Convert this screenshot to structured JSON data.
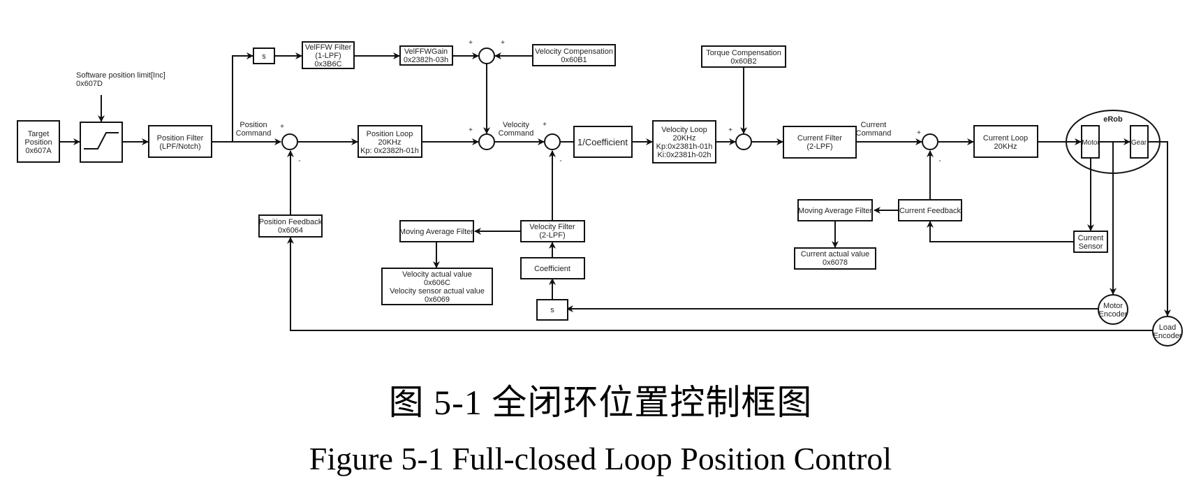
{
  "blocks": {
    "target_position": [
      "Target",
      "Position",
      "0x607A"
    ],
    "software_limit_label": [
      "Software position limit[Inc]",
      "0x607D"
    ],
    "position_filter": [
      "Position Filter",
      "(LPF/Notch)"
    ],
    "position_command": [
      "Position",
      "Command"
    ],
    "s_ff": "s",
    "velffw_filter": [
      "VelFFW Filter",
      "(1-LPF)",
      "0x3B6C"
    ],
    "velffw_gain": [
      "VelFFWGain",
      "0x2382h-03h"
    ],
    "velocity_compensation": [
      "Velocity Compensation",
      "0x60B1"
    ],
    "position_loop": [
      "Position Loop",
      "20KHz",
      "Kp:  0x2382h-01h"
    ],
    "velocity_command": [
      "Velocity",
      "Command"
    ],
    "inv_coefficient": "1/Coefficient",
    "velocity_loop": [
      "Velocity Loop",
      "20KHz",
      "Kp:0x2381h-01h",
      "Ki:0x2381h-02h"
    ],
    "torque_compensation": [
      "Torque Compensation",
      "0x60B2"
    ],
    "current_filter": [
      "Current Filter",
      "(2-LPF)"
    ],
    "current_command": [
      "Current",
      "Command"
    ],
    "current_loop": [
      "Current Loop",
      "20KHz"
    ],
    "erob": "eRob",
    "motor": "Motor",
    "gear": "Gear",
    "current_sensor": [
      "Current",
      "Sensor"
    ],
    "motor_encoder": [
      "Motor",
      "Encoder"
    ],
    "load_encoder": [
      "Load",
      "Encoder"
    ],
    "current_feedback": "Current Feedback",
    "current_maf": "Moving Average Filter",
    "current_actual": [
      "Current actual value",
      "0x6078"
    ],
    "position_feedback": [
      "Position Feedback",
      "0x6064"
    ],
    "velocity_filter": [
      "Velocity Filter",
      "(2-LPF)"
    ],
    "velocity_maf": "Moving Average Filter",
    "velocity_actual": [
      "Velocity actual value",
      "0x606C",
      "Velocity sensor actual value",
      "0x6069"
    ],
    "coefficient": "Coefficient",
    "s_fb": "s"
  },
  "signs": {
    "plus": "+",
    "minus": "-"
  },
  "caption": {
    "chinese": "图 5-1 全闭环位置控制框图",
    "english": "Figure 5-1 Full-closed Loop Position Control"
  }
}
